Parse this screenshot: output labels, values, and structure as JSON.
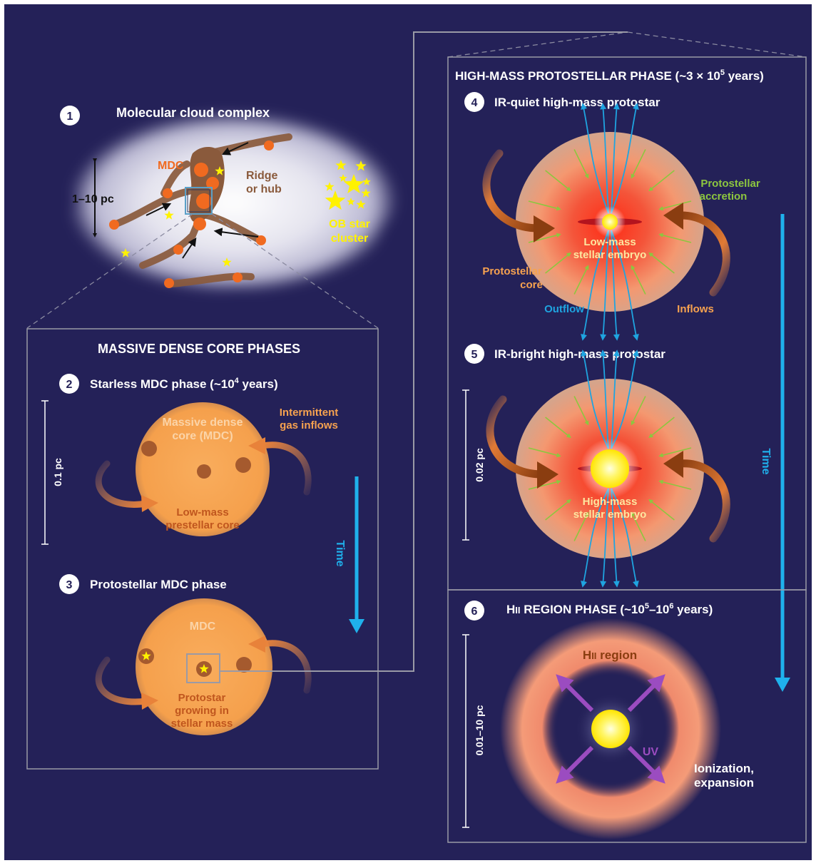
{
  "colors": {
    "background": "#242158",
    "frame": "#9a9aa6",
    "core_orange": "#f7a24f",
    "embryo_yellow": "#fff200",
    "outflow_blue": "#1fa4e0",
    "accretion_green": "#8dc63f",
    "inflow_brown": "#9c4a16",
    "uv_purple": "#8e44ad",
    "time_blue": "#1fb1ec",
    "ridge_brown": "#8a5a3c"
  },
  "panel1": {
    "number": "1",
    "title": "Molecular cloud complex",
    "mdc_label": "MDC",
    "ridge_line1": "Ridge",
    "ridge_line2": "or hub",
    "scale": "1–10 pc",
    "ob_line1": "OB star",
    "ob_line2": "cluster"
  },
  "mdc_box": {
    "title": "MASSIVE DENSE CORE PHASES",
    "phase2": {
      "number": "2",
      "title_pre": "Starless MDC phase (~10",
      "title_sup": "4",
      "title_post": " years)",
      "core_line1": "Massive dense",
      "core_line2": "core (MDC)",
      "inflow_line1": "Intermittent",
      "inflow_line2": "gas inflows",
      "prestellar_line1": "Low-mass",
      "prestellar_line2": "prestellar core",
      "scale": "0.1 pc"
    },
    "phase3": {
      "number": "3",
      "title": "Protostellar MDC phase",
      "mdc_label": "MDC",
      "protostar_line1": "Protostar",
      "protostar_line2": "growing in",
      "protostar_line3": "stellar mass"
    },
    "time_label": "Time"
  },
  "hmp_box": {
    "title_pre": "HIGH-MASS PROTOSTELLAR PHASE (~3 × 10",
    "title_sup": "5",
    "title_post": " years)",
    "phase4": {
      "number": "4",
      "title": "IR-quiet high-mass protostar",
      "accretion_line1": "Protostellar",
      "accretion_line2": "accretion",
      "embryo_line1": "Low-mass",
      "embryo_line2": "stellar embryo",
      "core_line1": "Protostellar",
      "core_line2": "core",
      "outflow": "Outflow",
      "inflows": "Inflows"
    },
    "phase5": {
      "number": "5",
      "title": "IR-bright high-mass protostar",
      "embryo_line1": "High-mass",
      "embryo_line2": "stellar embryo",
      "scale": "0.02 pc"
    },
    "time_label": "Time"
  },
  "hii_box": {
    "number": "6",
    "title_h": "H",
    "title_ii": "II",
    "title_mid": " REGION PHASE (~10",
    "title_sup1": "5",
    "title_dash": "–10",
    "title_sup2": "6",
    "title_post": " years)",
    "region_h": "H",
    "region_ii": "II",
    "region_word": " region",
    "uv": "UV",
    "ion_line1": "Ionization,",
    "ion_line2": "expansion",
    "scale": "0.01–10 pc"
  }
}
